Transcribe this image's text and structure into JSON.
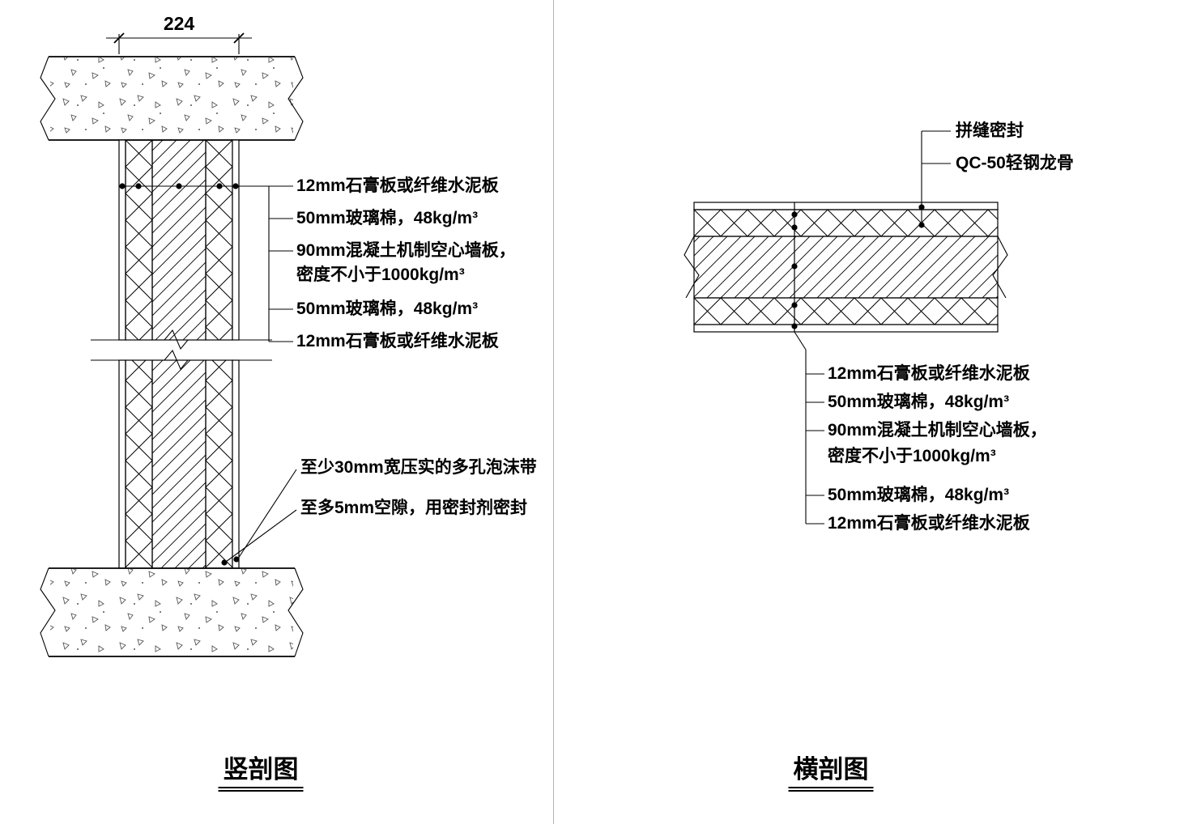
{
  "sheet": {
    "background": "#ffffff",
    "ink": "#000000"
  },
  "vertical_section": {
    "title": "竖剖图",
    "dimension_width": "224",
    "labels": {
      "board_top": "12mm石膏板或纤维水泥板",
      "wool_top": "50mm玻璃棉，48kg/m³",
      "panel_line1": "90mm混凝土机制空心墙板，",
      "panel_line2": "密度不小于1000kg/m³",
      "wool_bottom": "50mm玻璃棉，48kg/m³",
      "board_bottom": "12mm石膏板或纤维水泥板",
      "foam_strip": "至少30mm宽压实的多孔泡沫带",
      "gap_seal": "至多5mm空隙，用密封剂密封"
    }
  },
  "horizontal_section": {
    "title": "横剖图",
    "labels": {
      "joint_seal": "拼缝密封",
      "steel_stud": "QC-50轻钢龙骨",
      "board_top": "12mm石膏板或纤维水泥板",
      "wool_top": "50mm玻璃棉，48kg/m³",
      "panel_line1": "90mm混凝土机制空心墙板，",
      "panel_line2": "密度不小于1000kg/m³",
      "wool_bottom": "50mm玻璃棉，48kg/m³",
      "board_bottom": "12mm石膏板或纤维水泥板"
    }
  }
}
